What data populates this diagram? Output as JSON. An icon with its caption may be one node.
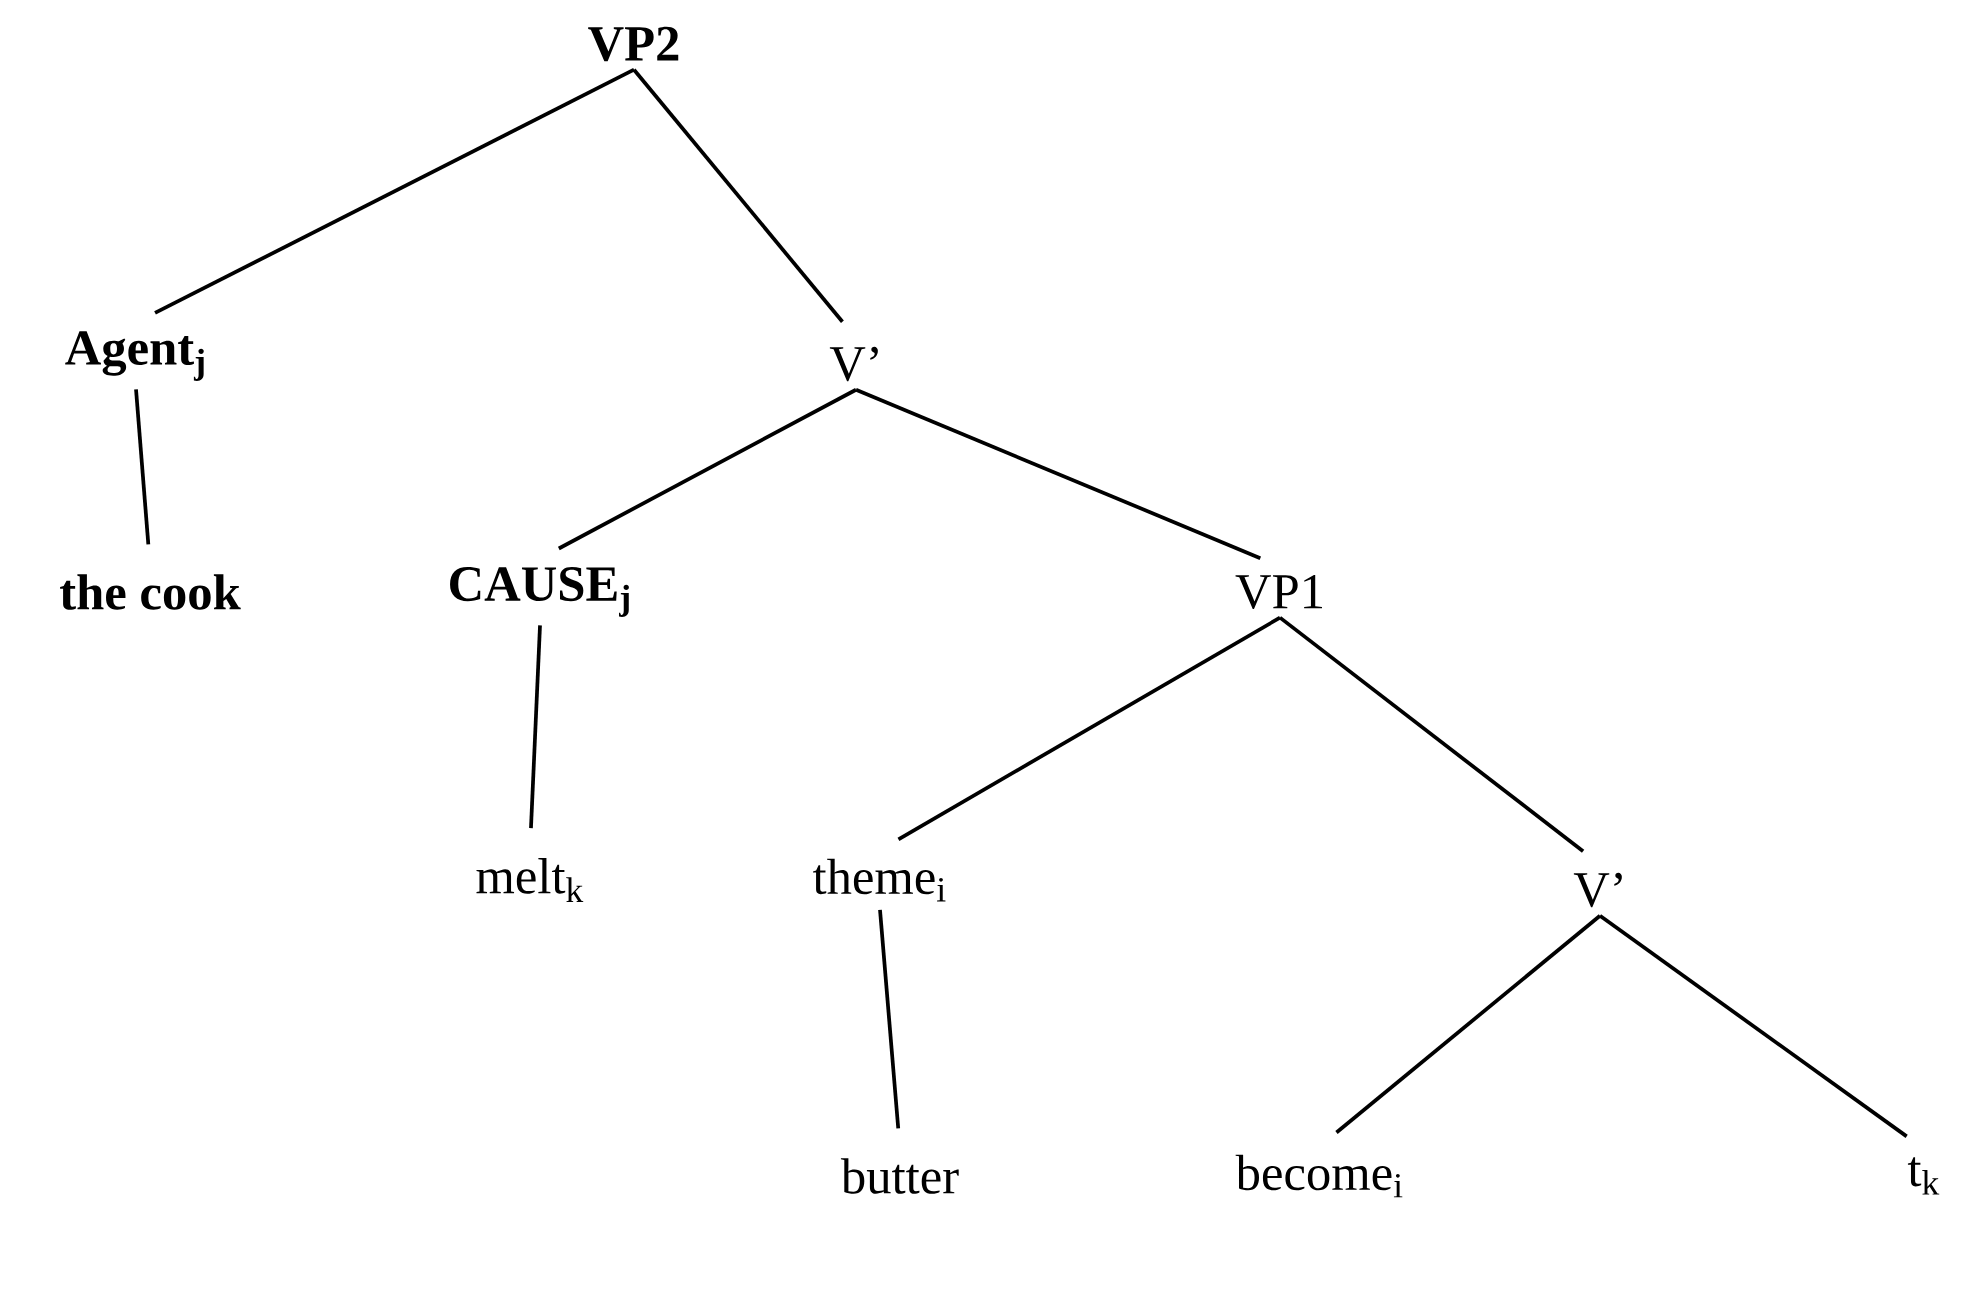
{
  "diagram": {
    "nodes": [
      {
        "text": [
          "VP2"
        ]
      },
      {
        "text": [
          "Agent$_{j}$"
        ]
      },
      {
        "text": [
          "V’"
        ]
      },
      {
        "text": [
          "the cook"
        ]
      },
      {
        "text": [
          "CAUSE$_{j}$"
        ]
      },
      {
        "text": [
          "VP1"
        ]
      },
      {
        "text": [
          "melt$_{k}$"
        ]
      },
      {
        "text": [
          "theme$_{i}$"
        ]
      },
      {
        "text": [
          "V’"
        ]
      },
      {
        "text": [
          "butter"
        ]
      },
      {
        "text": [
          "become$_{i}$"
        ]
      },
      {
        "text": [
          "t$_{k}$"
        ]
      }
    ],
    "edges": [
      {
        "from": 0,
        "to": 1,
        "arrow": "none"
      },
      {
        "from": 0,
        "to": 2,
        "arrow": "none"
      },
      {
        "from": 1,
        "to": 3,
        "arrow": "none"
      },
      {
        "from": 2,
        "to": 4,
        "arrow": "none"
      },
      {
        "from": 2,
        "to": 5,
        "arrow": "none"
      },
      {
        "from": 4,
        "to": 6,
        "arrow": "none"
      },
      {
        "from": 5,
        "to": 7,
        "arrow": "none"
      },
      {
        "from": 5,
        "to": 8,
        "arrow": "none"
      },
      {
        "from": 7,
        "to": 9,
        "arrow": "none"
      },
      {
        "from": 8,
        "to": 10,
        "arrow": "none"
      },
      {
        "from": 8,
        "to": 11,
        "arrow": "none"
      }
    ]
  }
}
